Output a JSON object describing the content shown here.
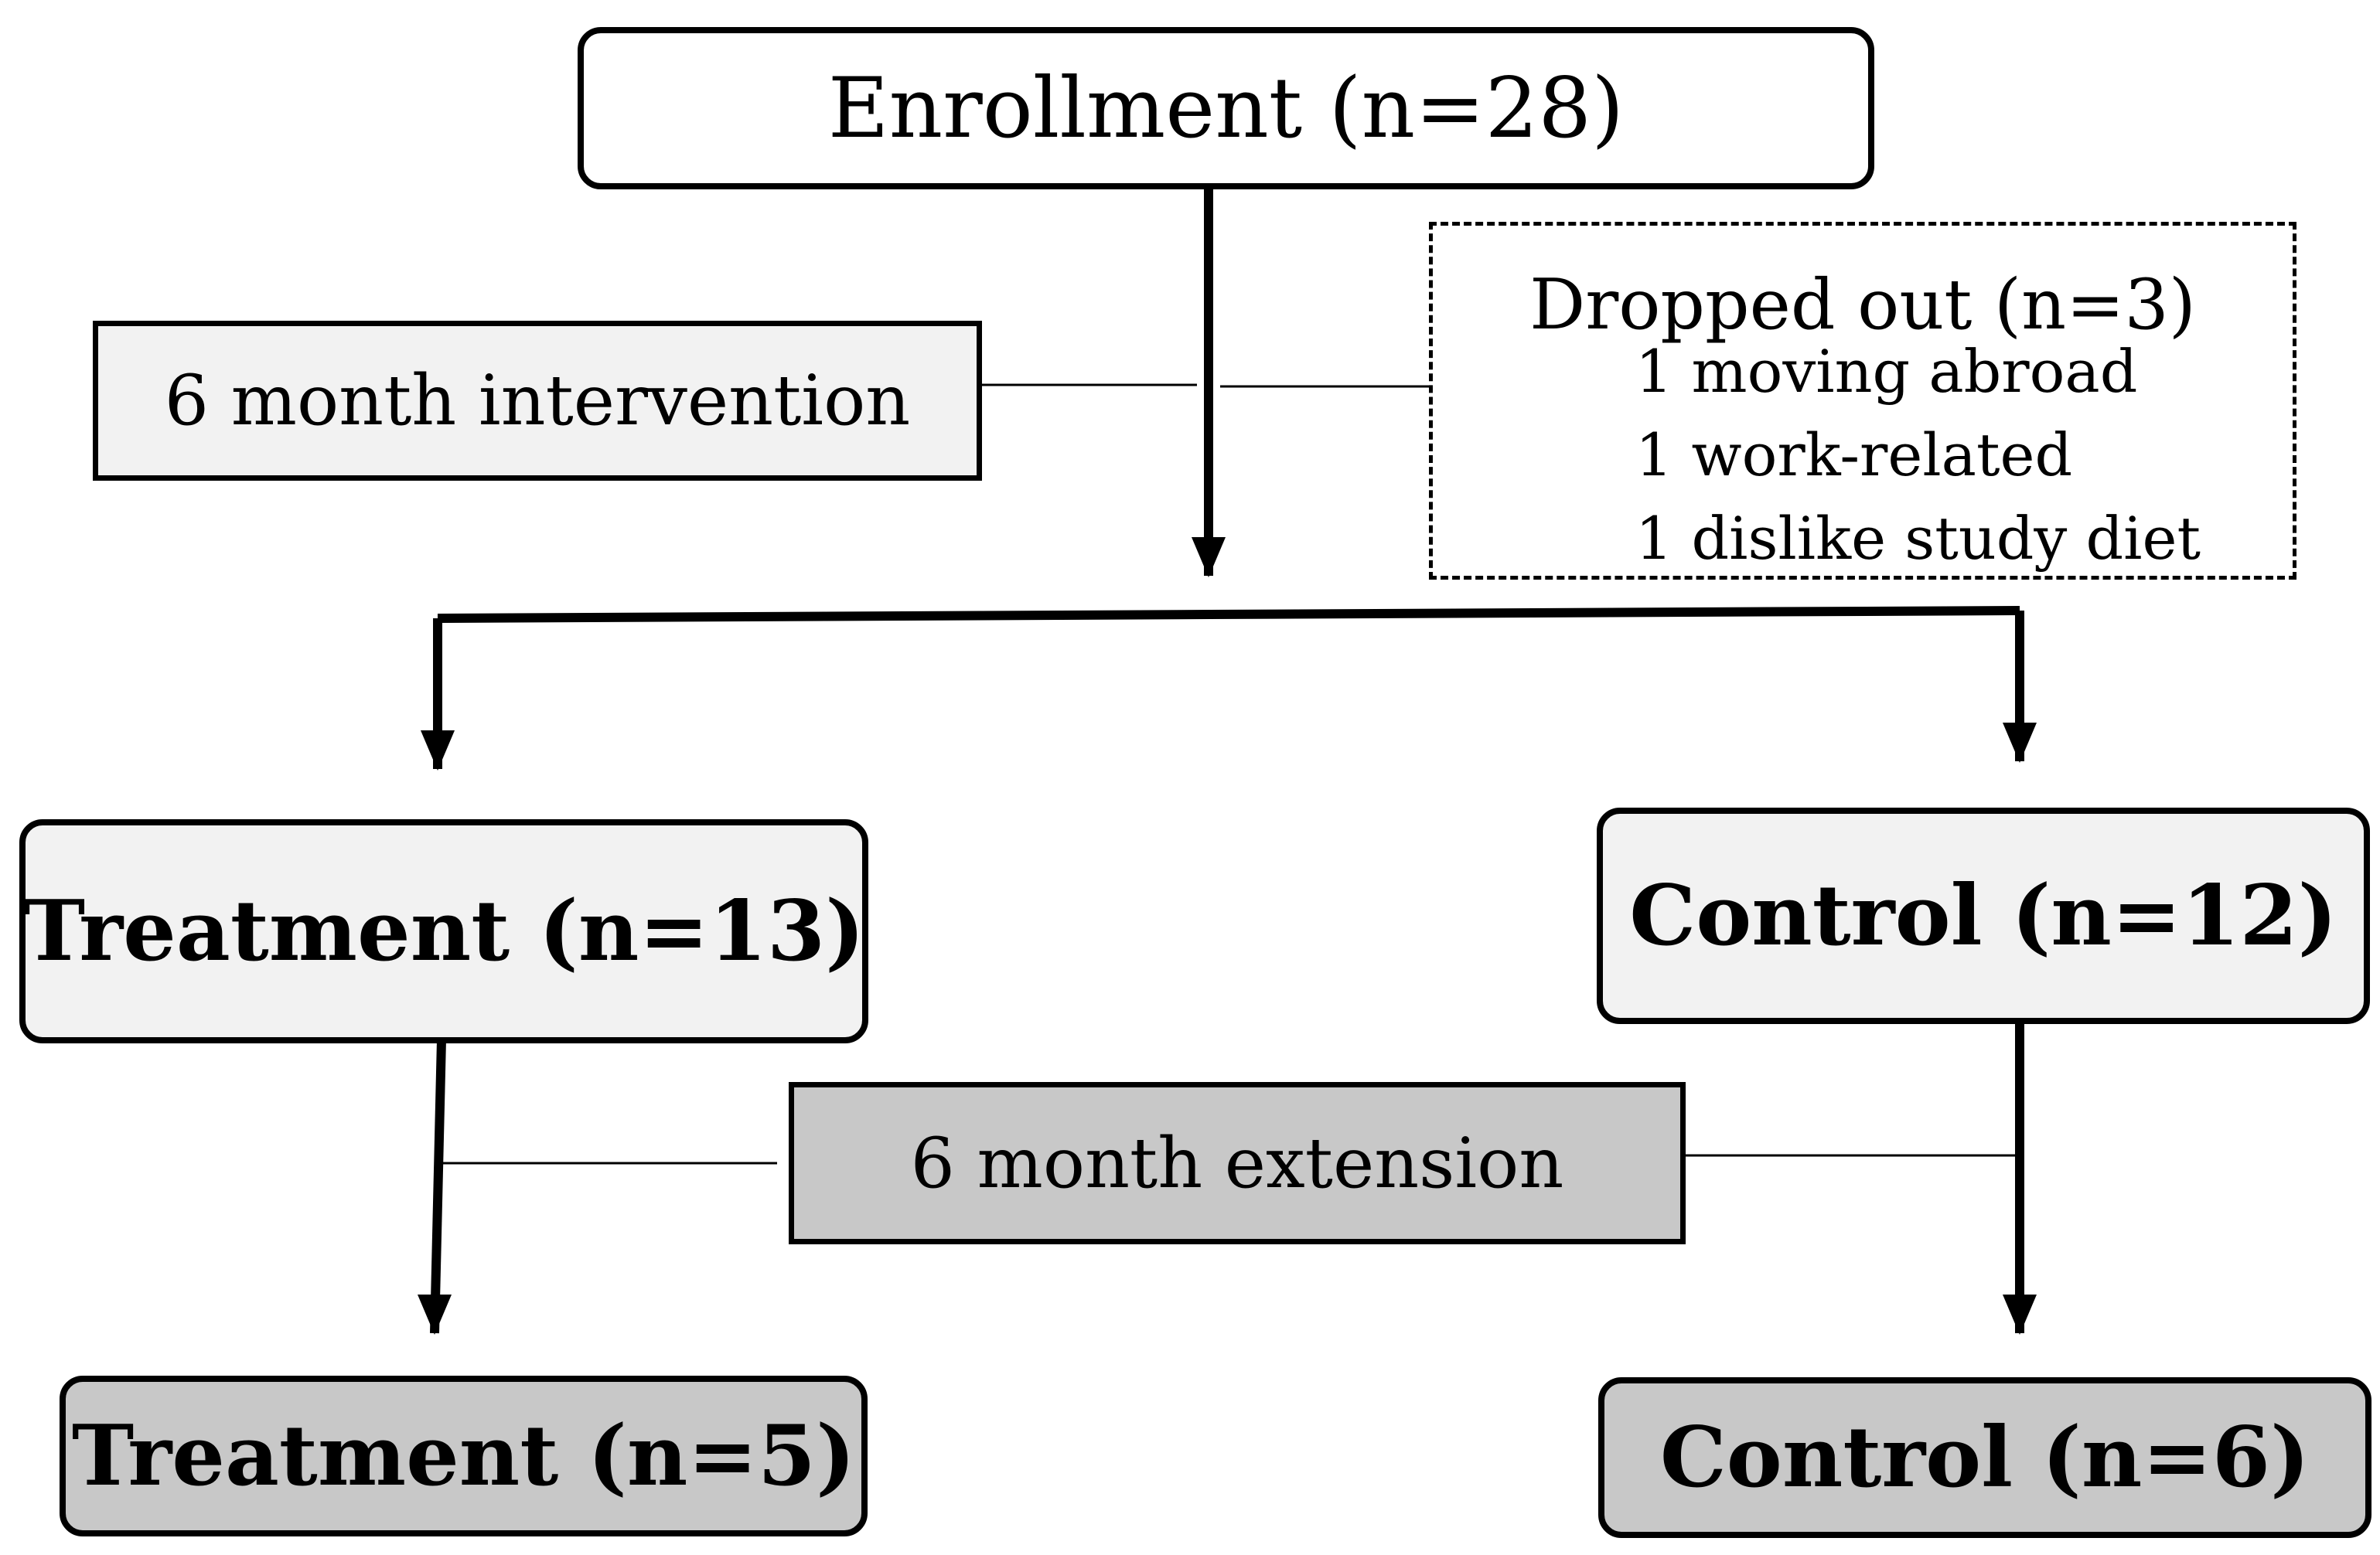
{
  "enrollment": {
    "label": "Enrollment (n=28)"
  },
  "intervention": {
    "label": "6 month intervention"
  },
  "dropped_out": {
    "title": "Dropped out (n=3)",
    "reasons": [
      "1 moving abroad",
      "1 work-related",
      "1 dislike study diet"
    ]
  },
  "treatment_group": {
    "label": "Treatment (n=13)"
  },
  "control_group": {
    "label": "Control (n=12)"
  },
  "extension": {
    "label": "6 month extension"
  },
  "treatment_final": {
    "label": "Treatment (n=5)"
  },
  "control_final": {
    "label": "Control (n=6)"
  },
  "colors": {
    "light_fill": "#f2f2f2",
    "dark_fill": "#c8c8c8",
    "stroke": "#000000"
  }
}
